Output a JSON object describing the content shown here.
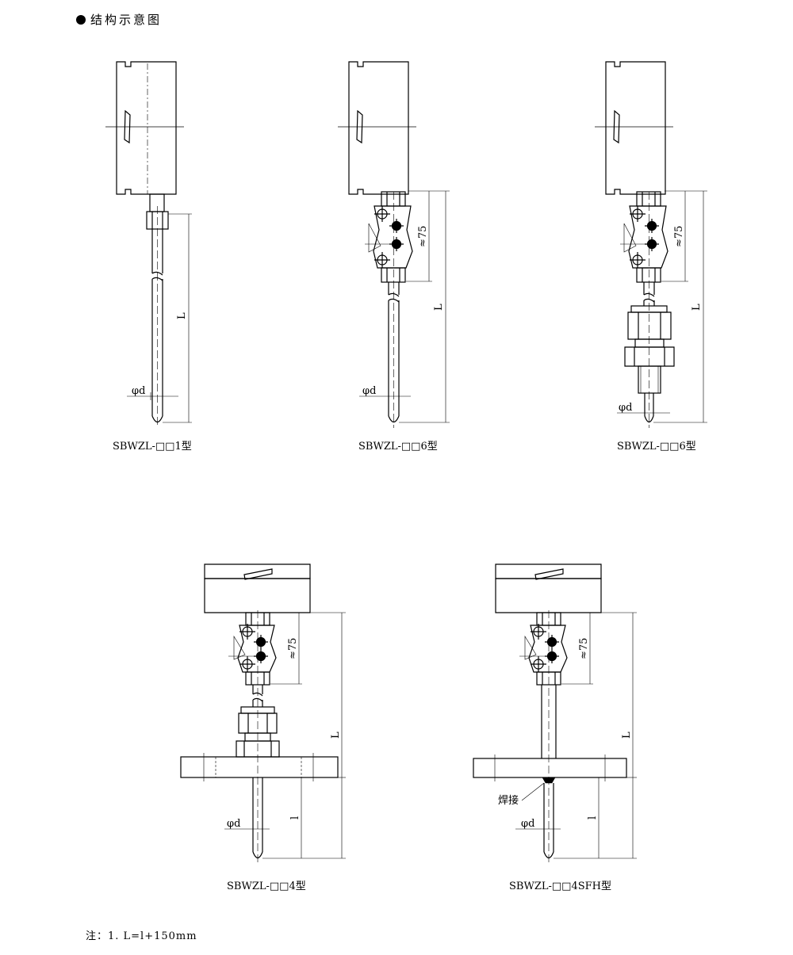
{
  "header": {
    "title": "结构示意图"
  },
  "figures": [
    {
      "caption": "SBWZL-□□1型",
      "dim_d": "φd",
      "dim_L": "L"
    },
    {
      "caption": "SBWZL-□□6型",
      "dim_d": "φd",
      "dim_L": "L",
      "dim_75": "≈75"
    },
    {
      "caption": "SBWZL-□□6型",
      "dim_d": "φd",
      "dim_L": "L",
      "dim_75": "≈75"
    },
    {
      "caption": "SBWZL-□□4型",
      "dim_d": "φd",
      "dim_L": "L",
      "dim_l": "l",
      "dim_75": "≈75"
    },
    {
      "caption": "SBWZL-□□4SFH型",
      "dim_d": "φd",
      "dim_L": "L",
      "dim_l": "l",
      "dim_75": "≈75",
      "weld_label": "焊接"
    }
  ],
  "note": {
    "text": "注：1. L=l+150mm"
  }
}
